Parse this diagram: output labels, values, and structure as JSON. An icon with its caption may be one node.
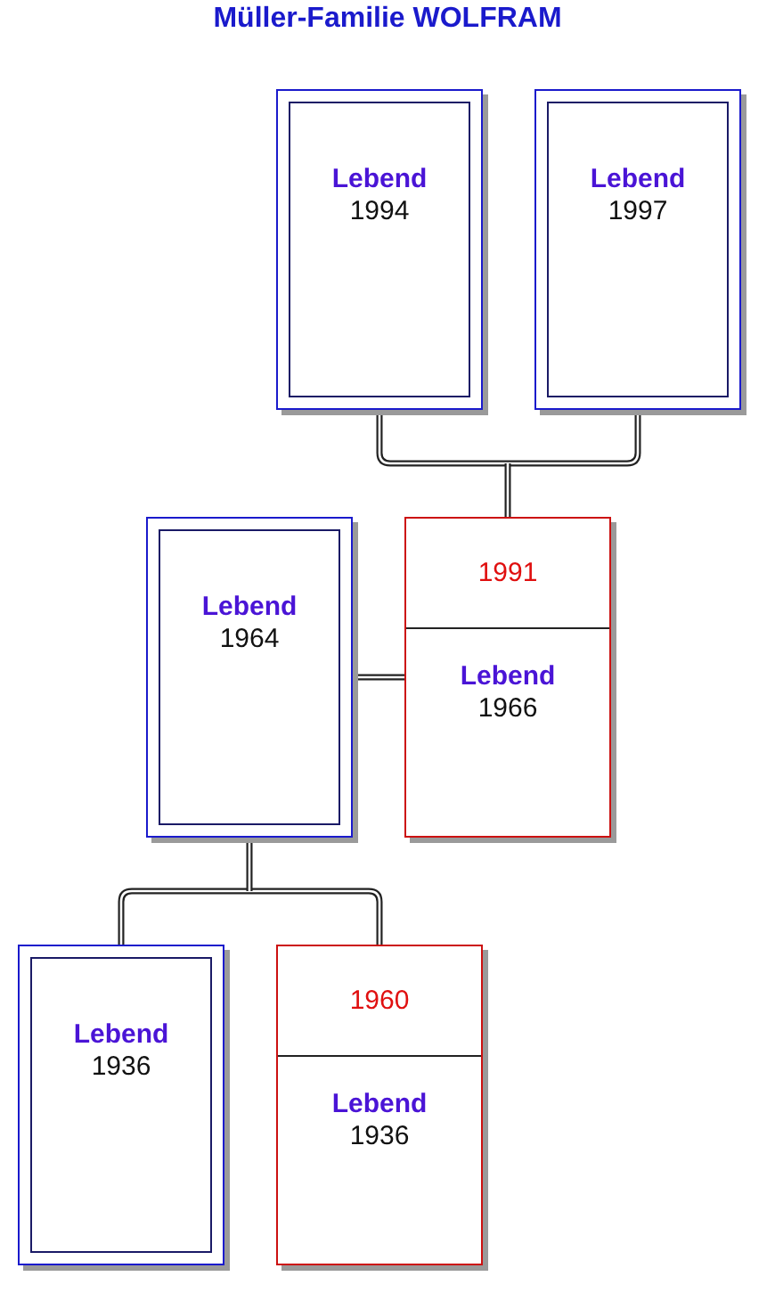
{
  "diagram": {
    "title": "Müller-Familie WOLFRAM",
    "nodes": [
      {
        "text": [
          "Lebend",
          "1994"
        ]
      },
      {
        "text": [
          "Lebend",
          "1997"
        ]
      },
      {
        "text": [
          "Lebend",
          "1964"
        ]
      },
      {
        "text": [
          "1991",
          "Lebend",
          "1966"
        ]
      },
      {
        "text": [
          "Lebend",
          "1936"
        ]
      },
      {
        "text": [
          "1960",
          "Lebend",
          "1936"
        ]
      }
    ],
    "edges": [
      {
        "from": 0,
        "to": 3,
        "arrow": "none"
      },
      {
        "from": 1,
        "to": 3,
        "arrow": "none"
      },
      {
        "from": 2,
        "to": 3,
        "arrow": "none"
      },
      {
        "from": 2,
        "to": 4,
        "arrow": "none"
      },
      {
        "from": 2,
        "to": 5,
        "arrow": "none"
      }
    ]
  }
}
